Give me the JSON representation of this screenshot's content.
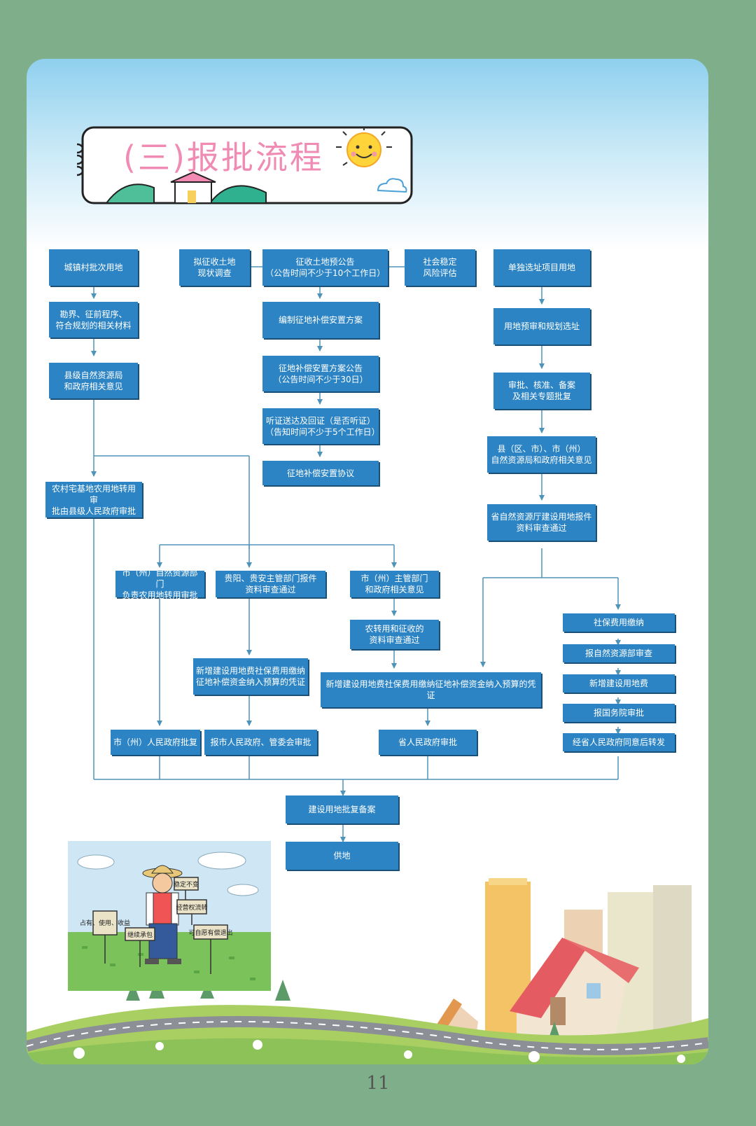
{
  "title": "(三)报批流程",
  "page_number": "11",
  "photo_signs": [
    "稳定不变",
    "经营权流转",
    "占有、使用、收益",
    "继续承包",
    "可自愿有偿退出"
  ],
  "nodes": {
    "n1": "城镇村批次用地",
    "n2": "勘界、征前程序、\n符合规划的相关材料",
    "n3": "县级自然资源局\n和政府相关意见",
    "n4": "农村宅基地农用地转用审\n批由县级人民政府审批",
    "n5": "拟征收土地\n现状调查",
    "n6": "征收土地预公告\n（公告时间不少于10个工作日）",
    "n7": "社会稳定\n风险评估",
    "n8": "编制征地补偿安置方案",
    "n9": "征地补偿安置方案公告\n（公告时间不少于30日）",
    "n10": "听证送达及回证（是否听证）\n（告知时间不少于5个工作日）",
    "n11": "征地补偿安置协议",
    "n12": "单独选址项目用地",
    "n13": "用地预审和规划选址",
    "n14": "审批、核准、备案\n及相关专题批复",
    "n15": "县（区、市）、市（州）\n自然资源局和政府相关意见",
    "n16": "省自然资源厅建设用地报件\n资料审查通过",
    "n17": "市（州）自然资源部门\n负责农用地转用审批",
    "n18": "贵阳、贵安主管部门报件\n资料审查通过",
    "n19": "市（州）主管部门\n和政府相关意见",
    "n20": "农转用和征收的\n资料审查通过",
    "n21": "新增建设用地费社保费用缴纳\n征地补偿资金纳入预算的凭证",
    "n22": "新增建设用地费社保费用缴纳征地补偿资金纳入预算的凭证",
    "n23": "社保费用缴纳",
    "n24": "报自然资源部审查",
    "n25": "新增建设用地费",
    "n26": "报国务院审批",
    "n27": "经省人民政府同意后转发",
    "n28": "市（州）人民政府批复",
    "n29": "报市人民政府、管委会审批",
    "n30": "省人民政府审批",
    "n31": "建设用地批复备案",
    "n32": "供地"
  },
  "colors": {
    "box_fill": "#2c84c4",
    "box_text": "#ffffff",
    "connector": "#4f93b8",
    "page_background": "#7fae8a",
    "title_pink": "#f08cb4"
  }
}
